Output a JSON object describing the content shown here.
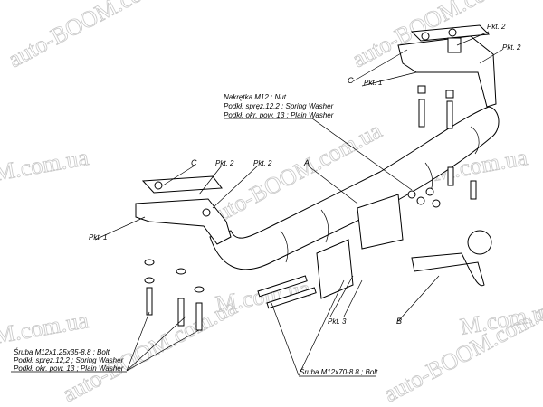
{
  "watermark": {
    "full": "auto-BOOM.com.ua",
    "partial": "M.com.ua"
  },
  "labels": {
    "pkt1": "Pkt. 1",
    "pkt2": "Pkt. 2",
    "pkt3": "Pkt. 3",
    "c": "C",
    "a": "A",
    "b": "B"
  },
  "nut_callout": [
    "Nakrętka  M12 ; Nut",
    "Podkł. spręż.12,2 ; Spring Washer",
    "Podkł. okr. pow. 13 ; Plain Washer"
  ],
  "bolt_callout_left": [
    "Śruba M12x1,25x35-8.8 ;  Bolt",
    "Podkł. spręż.12,2 ; Spring Washer",
    "Podkł. okr. pow. 13 ; Plain Washer"
  ],
  "bolt_callout_right": "Śruba M12x70-8.8 ;  Bolt"
}
